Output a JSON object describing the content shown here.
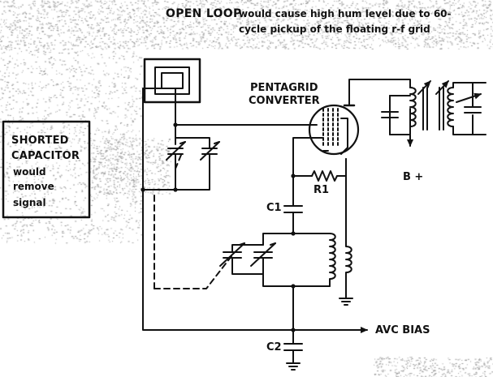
{
  "caption": {
    "title": "OPEN LOOP",
    "line1_rest": "would cause high hum level due to 60-",
    "line2": "cycle pickup of the floating r-f grid"
  },
  "tube": {
    "line1": "PENTAGRID",
    "line2": "CONVERTER"
  },
  "callout": {
    "line1": "SHORTED",
    "line2": "CAPACITOR",
    "line3": "would",
    "line4": "remove",
    "line5": "signal"
  },
  "components": {
    "r1": "R1",
    "c1": "C1",
    "c2": "C2",
    "b_plus": "B +",
    "avc_bias": "AVC BIAS"
  },
  "colors": {
    "ink": "#111111",
    "paper": "#ffffff",
    "halftone": "#9a9a9a"
  }
}
